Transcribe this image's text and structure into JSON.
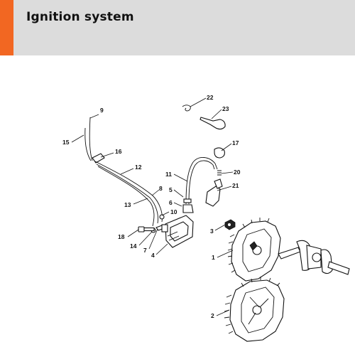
{
  "header": {
    "title": "Ignition system",
    "accent_color": "#f26722",
    "background": "#dcdcdc"
  },
  "callouts": {
    "c1": "1",
    "c2": "2",
    "c3": "3",
    "c4": "4",
    "c5": "5",
    "c6": "6",
    "c7": "7",
    "c8": "8",
    "c9": "9",
    "c10": "10",
    "c11": "11",
    "c12": "12",
    "c13": "13",
    "c14": "14",
    "c15": "15",
    "c16": "16",
    "c17": "17",
    "c18": "18",
    "c20": "20",
    "c21": "21",
    "c22": "22",
    "c23": "23"
  }
}
